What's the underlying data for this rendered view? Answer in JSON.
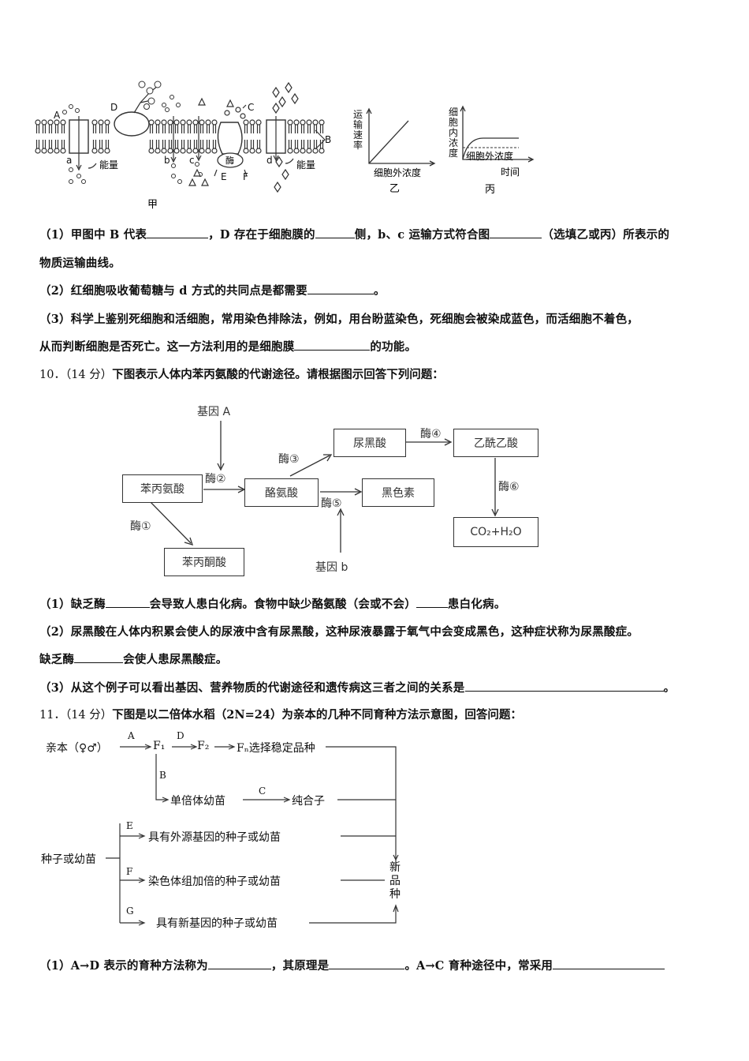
{
  "fig1": {
    "membrane_labels": {
      "A": "A",
      "B": "B",
      "C": "C",
      "D": "D",
      "E": "E",
      "F": "F",
      "a": "a",
      "b": "b",
      "c": "c",
      "d": "d"
    },
    "energy_left": "能量",
    "energy_right": "能量",
    "enzyme": "酶",
    "caption_jia": "甲",
    "graph_yi": {
      "ylabel": "运输速率",
      "xlabel": "细胞外浓度",
      "caption": "乙"
    },
    "graph_bing": {
      "ylabel": "细胞内浓度",
      "inner_label": "细胞外浓度",
      "xlabel": "时间",
      "caption": "丙"
    }
  },
  "q9": {
    "p1_a": "（1）甲图中 B 代表",
    "p1_b": "，D 存在于细胞膜的",
    "p1_c": "侧，b、c 运输方式符合图",
    "p1_d": "（选填乙或丙）所表示的",
    "p1_line2": "物质运输曲线。",
    "p2_a": "（2）红细胞吸收葡萄糖与 d 方式的共同点是都需要",
    "p2_b": "。",
    "p3_line1": "（3）科学上鉴别死细胞和活细胞，常用染色排除法，例如，用台盼蓝染色，死细胞会被染成蓝色，而活细胞不着色，",
    "p3_a": "从而判断细胞是否死亡。这一方法利用的是细胞膜",
    "p3_b": "的功能。"
  },
  "q10": {
    "number": "10．",
    "score": "（14 分）",
    "stem": "下图表示人体内苯丙氨酸的代谢途径。请根据图示回答下列问题：",
    "flow": {
      "gene_a": "基因 A",
      "gene_b": "基因 b",
      "phe": "苯丙氨酸",
      "tyr": "酪氨酸",
      "hga": "尿黑酸",
      "aaa": "乙酰乙酸",
      "melanin": "黑色素",
      "ppa": "苯丙酮酸",
      "co2": "CO₂+H₂O",
      "e1": "酶①",
      "e2": "酶②",
      "e3": "酶③",
      "e4": "酶④",
      "e5": "酶⑤",
      "e6": "酶⑥"
    },
    "p1_a": "（1）缺乏酶",
    "p1_b": "会导致人患白化病。食物中缺少酪氨酸（会或不会）",
    "p1_c": "患白化病。",
    "p2_line1": "（2）尿黑酸在人体内积累会使人的尿液中含有尿黑酸，这种尿液暴露于氧气中会变成黑色，这种症状称为尿黑酸症。",
    "p2_a": "缺乏酶",
    "p2_b": "会使人患尿黑酸症。",
    "p3_a": "（3）从这个例子可以看出基因、营养物质的代谢途径和遗传病这三者之间的关系是",
    "p3_b": "。"
  },
  "q11": {
    "number": "11．",
    "score": "（14 分）",
    "stem_a": "下图是以二倍体水稻（",
    "stem_b": "2N=24",
    "stem_c": "）为亲本的几种不同育种方法示意图，回答问题：",
    "flow": {
      "parent": "亲本（♀♂）",
      "A": "A",
      "B": "B",
      "C": "C",
      "D": "D",
      "E": "E",
      "F": "F",
      "G": "G",
      "F1": "F₁",
      "F2": "F₂",
      "Fn": "Fₙ选择稳定品种",
      "haploid": "单倍体幼苗",
      "pure": "纯合子",
      "seed": "种子或幼苗",
      "exo": "具有外源基因的种子或幼苗",
      "doubled": "染色体组加倍的种子或幼苗",
      "newgene": "具有新基因的种子或幼苗",
      "newvar": "新品种"
    },
    "p1_a": "（1）A→D 表示的育种方法称为",
    "p1_b": "，其原理是",
    "p1_c": "。A→C 育种途径中，常采用"
  }
}
